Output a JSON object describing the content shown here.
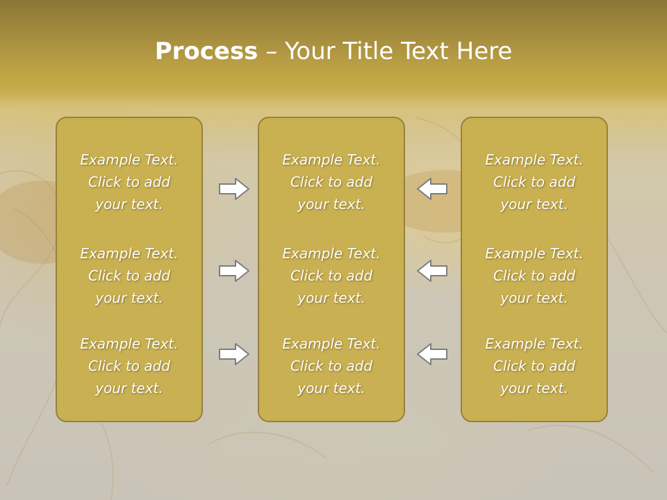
{
  "slide": {
    "title_bold": "Process",
    "title_rest": " – Your Title Text Here"
  },
  "columns": [
    {
      "blocks": [
        {
          "line1": "Example Text.",
          "line2": "Click  to add",
          "line3": "your text."
        },
        {
          "line1": "Example Text.",
          "line2": "Click  to add",
          "line3": "your text."
        },
        {
          "line1": "Example Text.",
          "line2": "Click  to add",
          "line3": "your text."
        }
      ]
    },
    {
      "blocks": [
        {
          "line1": "Example Text.",
          "line2": "Click  to add",
          "line3": "your text."
        },
        {
          "line1": "Example Text.",
          "line2": "Click  to add",
          "line3": "your text."
        },
        {
          "line1": "Example Text.",
          "line2": "Click  to add",
          "line3": "your text."
        }
      ]
    },
    {
      "blocks": [
        {
          "line1": "Example Text.",
          "line2": "Click  to add",
          "line3": "your text."
        },
        {
          "line1": "Example Text.",
          "line2": "Click  to add",
          "line3": "your text."
        },
        {
          "line1": "Example Text.",
          "line2": "Click  to add",
          "line3": "your text."
        }
      ]
    }
  ],
  "arrows": {
    "left_icons": [
      "right-arrow-icon",
      "right-arrow-icon",
      "right-arrow-icon"
    ],
    "right_icons": [
      "left-arrow-icon",
      "left-arrow-icon",
      "left-arrow-icon"
    ]
  },
  "colors": {
    "box_fill": "#c9b04f",
    "box_border": "#94803a",
    "title_band": "#c3a746",
    "text": "#ffffff"
  }
}
